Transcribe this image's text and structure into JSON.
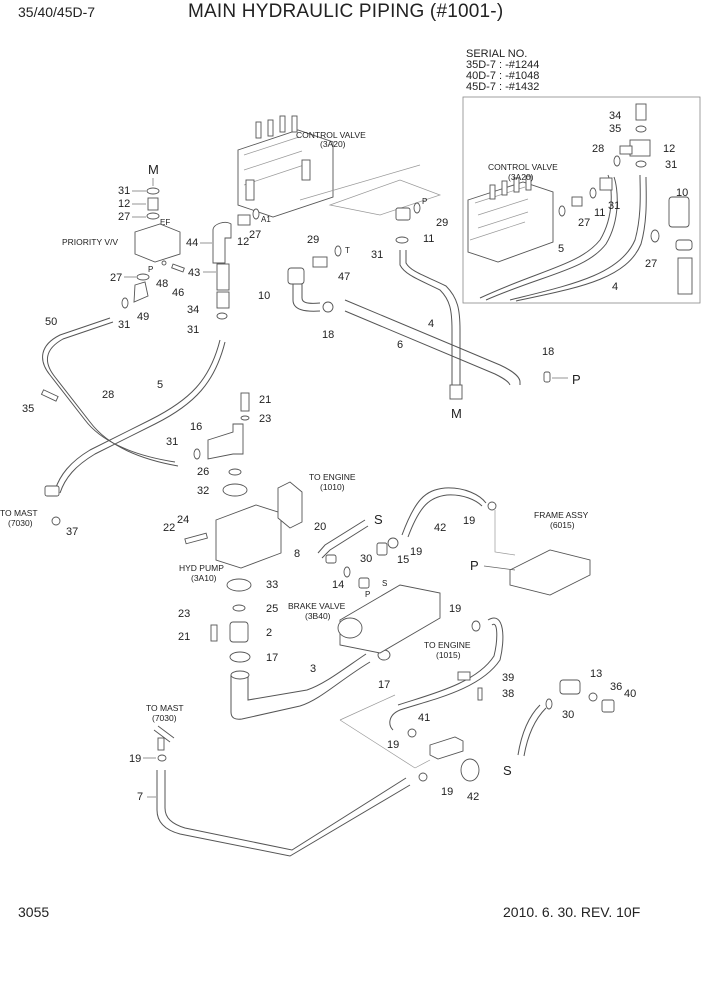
{
  "header": {
    "model": "35/40/45D-7",
    "title": "MAIN HYDRAULIC PIPING (#1001-)"
  },
  "serial_box": {
    "heading": "SERIAL NO.",
    "lines": [
      "35D-7 : -#1244",
      "40D-7 : -#1048",
      "45D-7 : -#1432"
    ]
  },
  "footer": {
    "page_number": "3055",
    "revision": "2010. 6. 30. REV. 10F"
  },
  "notes": {
    "control_valve": [
      "CONTROL VALVE",
      "(3A20)"
    ],
    "control_valve_inset": [
      "CONTROL VALVE",
      "(3A20)"
    ],
    "priority_valve": "PRIORITY V/V",
    "hyd_pump": [
      "HYD PUMP",
      "(3A10)"
    ],
    "brake_valve": [
      "BRAKE VALVE",
      "(3B40)"
    ],
    "to_engine_1010": [
      "TO ENGINE",
      "(1010)"
    ],
    "to_engine_1015": [
      "TO ENGINE",
      "(1015)"
    ],
    "frame_assy": [
      "FRAME ASSY",
      "(6015)"
    ],
    "to_mast_left": [
      "TO MAST",
      "(7030)"
    ],
    "to_mast_bottom": [
      "TO MAST",
      "(7030)"
    ]
  },
  "port_letters": {
    "M_top": "M",
    "M_bottom": "M",
    "P_right": "P",
    "P_frame": "P",
    "S_upper": "S",
    "S_lower": "S",
    "EF": "EF",
    "P_prio": "P",
    "A1": "A1",
    "T": "T",
    "P_cv": "P",
    "P_brake": "P",
    "S_brake": "S"
  },
  "callouts": {
    "inset": [
      "34",
      "35",
      "28",
      "12",
      "31",
      "11",
      "31",
      "27",
      "27",
      "10",
      "5",
      "4"
    ],
    "prio_31": "31",
    "prio_12": "12",
    "prio_27": "27",
    "prio_27b": "27",
    "prio_48": "48",
    "prio_46": "46",
    "prio_31b": "31",
    "prio_49": "49",
    "c50": "50",
    "c44": "44",
    "c43": "43",
    "c34": "34",
    "c31m": "31",
    "c12m": "12",
    "c27m": "27",
    "c29a": "29",
    "c47": "47",
    "c10": "10",
    "c18a": "18",
    "c29b": "29",
    "c11": "11",
    "c31r": "31",
    "c4": "4",
    "c6": "6",
    "c18b": "18",
    "c28": "28",
    "c35": "35",
    "c5": "5",
    "c37": "37",
    "c21a": "21",
    "c23a": "23",
    "c16": "16",
    "c31p": "31",
    "c26": "26",
    "c32": "32",
    "c20": "20",
    "c22": "22",
    "c24": "24",
    "c33": "33",
    "c25": "25",
    "c23b": "23",
    "c21b": "21",
    "c2": "2",
    "c17a": "17",
    "c3": "3",
    "c17b": "17",
    "c8": "8",
    "c30a": "30",
    "c14": "14",
    "c15": "15",
    "c19a": "19",
    "c42a": "42",
    "c19b": "19",
    "c19c": "19",
    "c39": "39",
    "c38": "38",
    "c41": "41",
    "c19d": "19",
    "c42b": "42",
    "c19e": "19",
    "c13": "13",
    "c36": "36",
    "c40": "40",
    "c30b": "30",
    "c19f": "19",
    "c7": "7"
  }
}
